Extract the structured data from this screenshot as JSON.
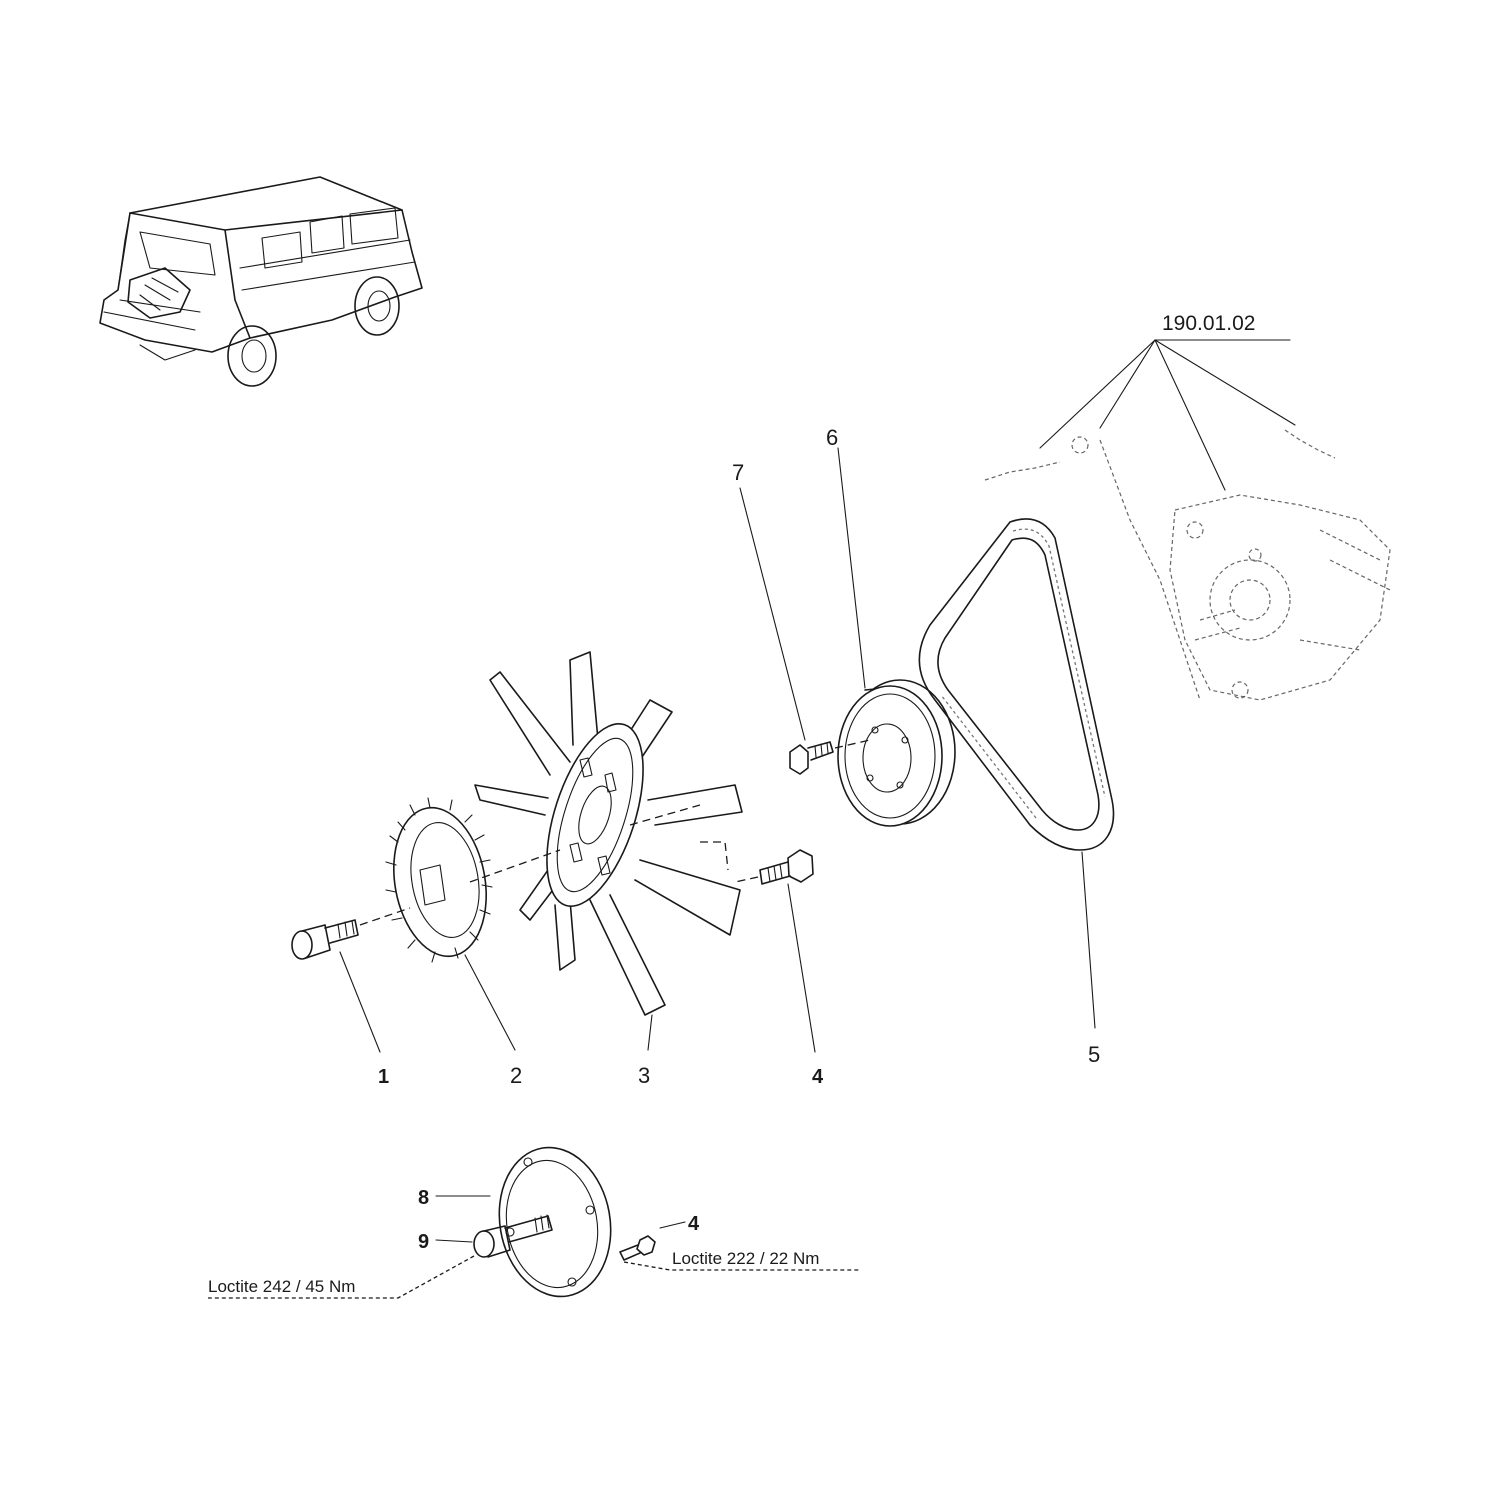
{
  "labels": {
    "part_1": "1",
    "part_2": "2",
    "part_3": "3",
    "part_4": "4",
    "part_5": "5",
    "part_6": "6",
    "part_7": "7",
    "part_8": "8",
    "part_9": "9",
    "part_4_detail": "4",
    "ref_group": "190.01.02"
  },
  "notes": {
    "bolt_torque": "Loctite 242 / 45 Nm",
    "screw_torque": "Loctite 222 / 22 Nm"
  }
}
